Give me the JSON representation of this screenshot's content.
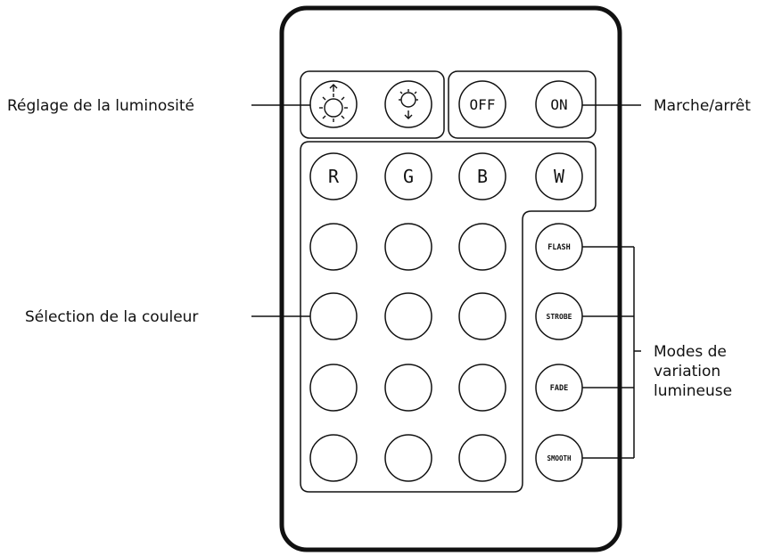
{
  "labels": {
    "brightness": "Réglage de la luminosité",
    "power": "Marche/arrêt",
    "color": "Sélection de la couleur",
    "modes_line1": "Modes de",
    "modes_line2": "variation",
    "modes_line3": "lumineuse"
  },
  "buttons": {
    "off": "OFF",
    "on": "ON",
    "r": "R",
    "g": "G",
    "b": "B",
    "w": "W",
    "flash": "FLASH",
    "strobe": "STROBE",
    "fade": "FADE",
    "smooth": "SMOOTH"
  },
  "icons": {
    "brightness_up": "sun-up-icon",
    "brightness_down": "sun-down-icon"
  }
}
